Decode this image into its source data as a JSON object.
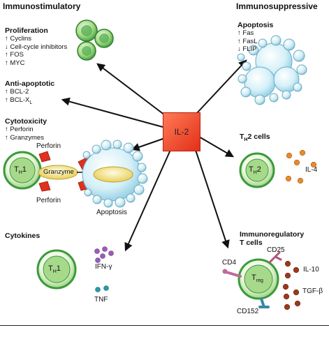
{
  "headers": {
    "left": "Immunostimulatory",
    "right": "Immunosuppressive"
  },
  "center": {
    "label": "IL-2"
  },
  "sections": {
    "proliferation": {
      "title": "Proliferation",
      "items": [
        "↑ Cyclins",
        "↓ Cell-cycle inhibitors",
        "↑ FOS",
        "↑ MYC"
      ]
    },
    "anti_apoptotic": {
      "title": "Anti-apoptotic",
      "items": [
        "↑ BCL-2",
        "↑ BCL-X"
      ],
      "subscript": "L"
    },
    "cytotoxicity": {
      "title": "Cytotoxicity",
      "items": [
        "↑ Perforin",
        "↑ Granzymes"
      ],
      "cell": "T",
      "cell_sub": "H",
      "cell_num": "1",
      "perforin_top": "Perforin",
      "perforin_bottom": "Perforin",
      "granzyme": "Granzyme",
      "apoptosis": "Apoptosis"
    },
    "cytokines": {
      "title": "Cytokines",
      "cell": "T",
      "cell_sub": "H",
      "cell_num": "1",
      "ifn": "IFN-γ",
      "tnf": "TNF"
    },
    "apoptosis": {
      "title": "Apoptosis",
      "items": [
        "↑ Fas",
        "↑ FasL",
        "↓ FLIP"
      ]
    },
    "th2": {
      "title_main": "T",
      "title_sub": "H",
      "title_rest": "2 cells",
      "cell": "T",
      "cell_sub": "H",
      "cell_num": "2",
      "il4": "IL-4"
    },
    "treg": {
      "title_line1": "Immunoregulatory",
      "title_line2": "T cells",
      "cell": "T",
      "cell_sub": "reg",
      "cd25": "CD25",
      "cd4": "CD4",
      "cd152": "CD152",
      "il10": "IL-10",
      "tgf": "TGF-β"
    }
  },
  "colors": {
    "cell_green": "#3a9a3a",
    "apoptotic_blue": "#bfe6f2",
    "il2_red": "#e2301a",
    "perforin_red": "#e0301e",
    "granzyme_yellow": "#f4e48a",
    "ifn_purple": "#9a5bb5",
    "tnf_teal": "#2a9aa6",
    "il4_orange": "#e88a2c",
    "il10_brown": "#9a3a1e"
  }
}
